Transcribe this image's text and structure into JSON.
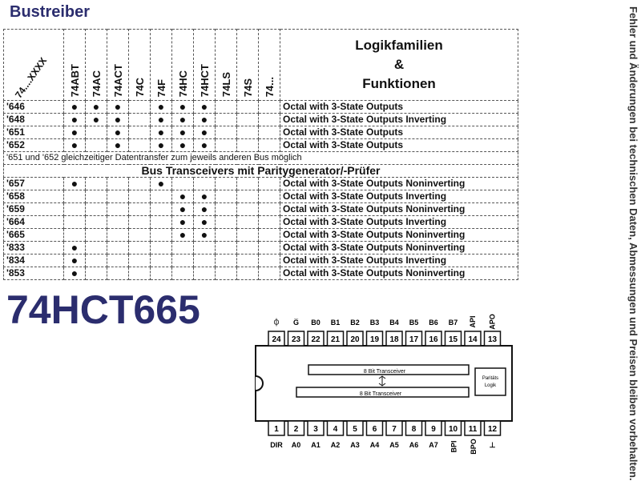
{
  "title": "Bustreiber",
  "part_number": "74HCT665",
  "side_note": "Fehler und Änderungen bei technischen Daten, Abmessungen und Preisen bleiben vorbehalten.",
  "table": {
    "corner_label": "74....XXXX",
    "families": [
      "74ABT",
      "74AC",
      "74ACT",
      "74C",
      "74F",
      "74HC",
      "74HCT",
      "74LS",
      "74S",
      "74..."
    ],
    "header": [
      "Logikfamilien",
      "&",
      "Funktionen"
    ],
    "dot": "●",
    "rows_a": [
      {
        "part": "'646",
        "dots": [
          1,
          1,
          1,
          0,
          1,
          1,
          1,
          0,
          0,
          0
        ],
        "desc": "Octal with 3-State Outputs"
      },
      {
        "part": "'648",
        "dots": [
          1,
          1,
          1,
          0,
          1,
          1,
          1,
          0,
          0,
          0
        ],
        "desc": "Octal with 3-State Outputs Inverting"
      },
      {
        "part": "'651",
        "dots": [
          1,
          0,
          1,
          0,
          1,
          1,
          1,
          0,
          0,
          0
        ],
        "desc": "Octal with 3-State Outputs"
      },
      {
        "part": "'652",
        "dots": [
          1,
          0,
          1,
          0,
          1,
          1,
          1,
          0,
          0,
          0
        ],
        "desc": "Octal with 3-State Outputs"
      }
    ],
    "note": "'651 und '652 gleichzeitiger Datentransfer zum jeweils anderen Bus möglich",
    "section_title": "Bus Transceivers mit Paritygenerator/-Prüfer",
    "rows_b": [
      {
        "part": "'657",
        "dots": [
          1,
          0,
          0,
          0,
          1,
          0,
          0,
          0,
          0,
          0
        ],
        "desc": "Octal with 3-State Outputs Noninverting"
      },
      {
        "part": "'658",
        "dots": [
          0,
          0,
          0,
          0,
          0,
          1,
          1,
          0,
          0,
          0
        ],
        "desc": "Octal with 3-State Outputs Inverting"
      },
      {
        "part": "'659",
        "dots": [
          0,
          0,
          0,
          0,
          0,
          1,
          1,
          0,
          0,
          0
        ],
        "desc": "Octal with 3-State Outputs Noninverting"
      },
      {
        "part": "'664",
        "dots": [
          0,
          0,
          0,
          0,
          0,
          1,
          1,
          0,
          0,
          0
        ],
        "desc": "Octal with 3-State Outputs Inverting"
      },
      {
        "part": "'665",
        "dots": [
          0,
          0,
          0,
          0,
          0,
          1,
          1,
          0,
          0,
          0
        ],
        "desc": "Octal with 3-State Outputs Noninverting"
      },
      {
        "part": "'833",
        "dots": [
          1,
          0,
          0,
          0,
          0,
          0,
          0,
          0,
          0,
          0
        ],
        "desc": "Octal with 3-State Outputs Noninverting"
      },
      {
        "part": "'834",
        "dots": [
          1,
          0,
          0,
          0,
          0,
          0,
          0,
          0,
          0,
          0
        ],
        "desc": "Octal with 3-State Outputs Inverting"
      },
      {
        "part": "'853",
        "dots": [
          1,
          0,
          0,
          0,
          0,
          0,
          0,
          0,
          0,
          0
        ],
        "desc": "Octal with 3-State Outputs Noninverting"
      }
    ]
  },
  "diagram": {
    "top_pins": [
      {
        "num": "24",
        "label": "⏀"
      },
      {
        "num": "23",
        "label": "G̅"
      },
      {
        "num": "22",
        "label": "B0"
      },
      {
        "num": "21",
        "label": "B1"
      },
      {
        "num": "20",
        "label": "B2"
      },
      {
        "num": "19",
        "label": "B3"
      },
      {
        "num": "18",
        "label": "B4"
      },
      {
        "num": "17",
        "label": "B5"
      },
      {
        "num": "16",
        "label": "B6"
      },
      {
        "num": "15",
        "label": "B7"
      },
      {
        "num": "14",
        "label": "API"
      },
      {
        "num": "13",
        "label": "APO"
      }
    ],
    "bottom_pins": [
      {
        "num": "1",
        "label": "DIR"
      },
      {
        "num": "2",
        "label": "A0"
      },
      {
        "num": "3",
        "label": "A1"
      },
      {
        "num": "4",
        "label": "A2"
      },
      {
        "num": "5",
        "label": "A3"
      },
      {
        "num": "6",
        "label": "A4"
      },
      {
        "num": "7",
        "label": "A5"
      },
      {
        "num": "8",
        "label": "A6"
      },
      {
        "num": "9",
        "label": "A7"
      },
      {
        "num": "10",
        "label": "BPI"
      },
      {
        "num": "11",
        "label": "BPO"
      },
      {
        "num": "12",
        "label": "⊥"
      }
    ],
    "transceiver_top": "8 Bit Transceiver",
    "transceiver_bottom": "8 Bit Transceiver",
    "parity_line1": "Paritäts",
    "parity_line2": "Logik"
  }
}
